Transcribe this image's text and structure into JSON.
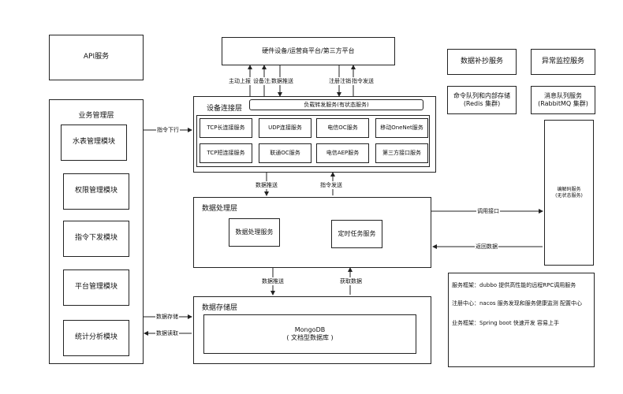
{
  "api_service": "API服务",
  "hardware": "硬件设备/运营商平台/第三方平台",
  "top_right": {
    "data_sync": "数据补抄服务",
    "anomaly": "异常监控服务",
    "redis": "命令队列和内部存储\n(Redis 集群)",
    "rabbitmq": "消息队列服务\n(RabbitMQ 集群)"
  },
  "business": {
    "title": "业务管理层",
    "modules": [
      "水表管理模块",
      "权限管理模块",
      "指令下发模块",
      "平台管理模块",
      "统计分析模块"
    ]
  },
  "device": {
    "title": "设备连接层",
    "lb": "负载转发服务(有状态服务)",
    "services": [
      "TCP长连接服务",
      "UDP连接服务",
      "电信OC服务",
      "移动OneNet服务",
      "TCP短连接服务",
      "联通OC服务",
      "电信AEP服务",
      "第三方接口服务"
    ]
  },
  "processing": {
    "title": "数据处理层",
    "data_service": "数据处理服务",
    "timer_service": "定时任务服务"
  },
  "storage": {
    "title": "数据存储层",
    "mongodb": "MongoDB\n( 文档型数据库 )"
  },
  "codec": "编解码服务\n(无状态服务)",
  "labels": {
    "active_report": "主动上报",
    "device_reg": "设备注册",
    "data_push_top": "数据推送",
    "reg_cancel": "注册注销",
    "cmd_send_top": "指令发送",
    "cmd_down": "指令下行",
    "data_push_mid": "数据推送",
    "cmd_send_mid": "指令发送",
    "call_api": "调用接口",
    "return_data": "返回数据",
    "data_push_low": "数据推送",
    "fetch_data": "获取数据",
    "data_store": "数据存储",
    "data_read": "数据读取"
  },
  "notes": [
    "服务框架：dubbo 提供高性能的远程RPC调用服务",
    "注册中心：nacos 服务发现和服务健康监测  配置中心",
    "业务框架：Spring boot 快速开发 容易上手"
  ]
}
